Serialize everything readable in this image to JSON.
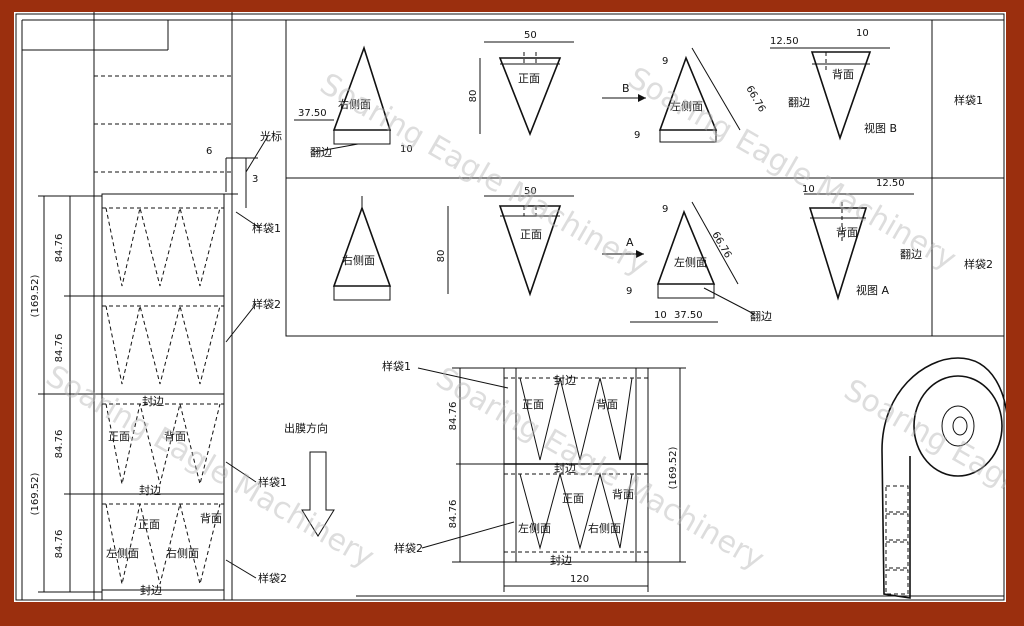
{
  "watermark": "Soaring Eagle Machinery",
  "labels": {
    "sample_bag_1": "样袋1",
    "sample_bag_2": "样袋2",
    "cursor_mark": "光标",
    "flap": "翻边",
    "film_direction": "出膜方向",
    "view_a": "视图 A",
    "view_b": "视图 B",
    "arrow_a": "A",
    "arrow_b": "B",
    "front": "正面",
    "back": "背面",
    "left_side": "左侧面",
    "right_side": "右侧面",
    "seal": "封边",
    "left_side_back": "左侧面"
  },
  "dimensions": {
    "pitch": "84.76",
    "pitch_total": "(169.52)",
    "width": "120",
    "top_width": "50",
    "height": "80",
    "slant": "66.76",
    "flap_width": "37.50",
    "small_10": "10",
    "small_9": "9",
    "small_6": "6",
    "small_3": "3",
    "offset": "12.50"
  }
}
